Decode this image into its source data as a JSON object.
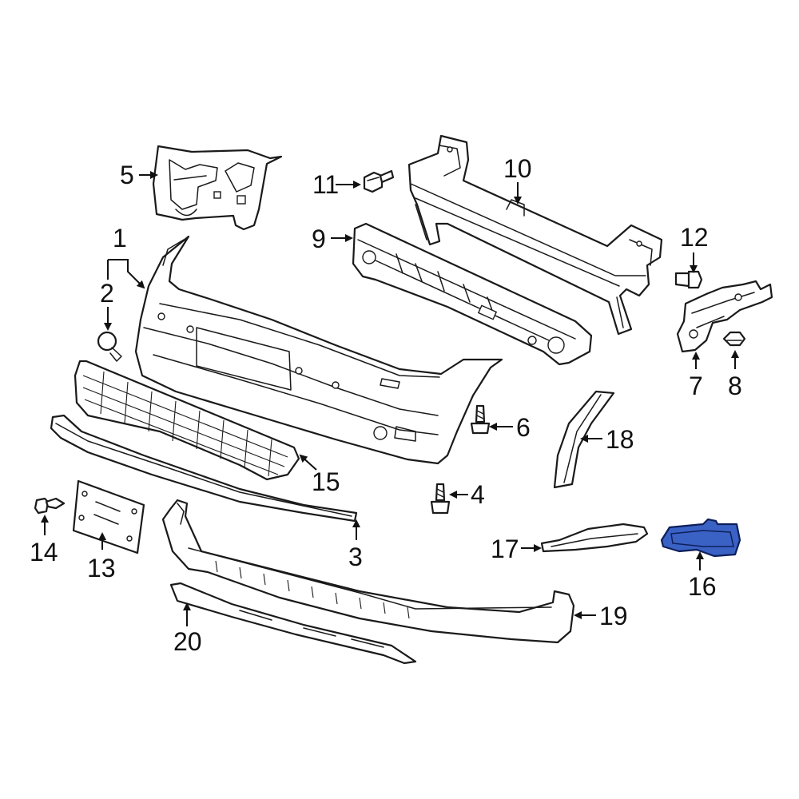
{
  "callouts": {
    "c1": "1",
    "c2": "2",
    "c3": "3",
    "c4": "4",
    "c5": "5",
    "c6": "6",
    "c7": "7",
    "c8": "8",
    "c9": "9",
    "c10": "10",
    "c11": "11",
    "c12": "12",
    "c13": "13",
    "c14": "14",
    "c15": "15",
    "c16": "16",
    "c17": "17",
    "c18": "18",
    "c19": "19",
    "c20": "20"
  },
  "colors": {
    "line": "#1a1a1a",
    "highlight_fill": "#3a62c4",
    "highlight_stroke": "#0e1f5a",
    "background": "#ffffff"
  },
  "highlighted_part": "16"
}
